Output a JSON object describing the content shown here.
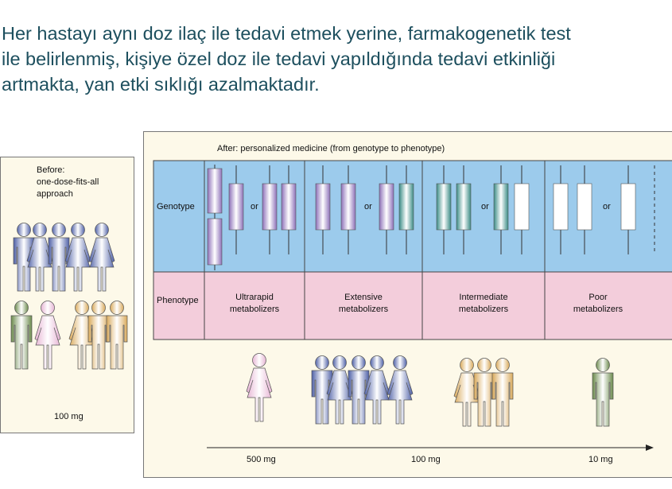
{
  "slide": {
    "title_lines": [
      "Her hastayı aynı doz ilaç ile tedavi etmek yerine, farmakogenetik test",
      "ile belirlenmiş, kişiye özel doz ile tedavi yapıldığında tedavi etkinliği",
      "artmakta, yan etki sıklığı azalmaktadır."
    ]
  },
  "before_panel": {
    "title_lines": [
      "Before:",
      "one-dose-fits-all",
      "approach"
    ],
    "dose": "100 mg"
  },
  "after_panel": {
    "title": "After: personalized medicine (from genotype to phenotype)",
    "row_labels": {
      "genotype": "Genotype",
      "phenotype": "Phenotype"
    },
    "or_label": "or",
    "phenotypes": [
      {
        "line1": "Ultrarapid",
        "line2": "metabolizers"
      },
      {
        "line1": "Extensive",
        "line2": "metabolizers"
      },
      {
        "line1": "Intermediate",
        "line2": "metabolizers"
      },
      {
        "line1": "Poor",
        "line2": "metabolizers"
      }
    ],
    "doses": [
      "500 mg",
      "100 mg",
      "10 mg"
    ]
  },
  "colors": {
    "title_text": "#1d4f5e",
    "genotype_row": "#9ccbec",
    "phenotype_row": "#f3cddb",
    "panel_bg": "#fdf9e9",
    "figure_blue": "#4d5fa6",
    "figure_green": "#6b8a4c",
    "figure_pink": "#e6b3d3",
    "figure_orange": "#d9a95a",
    "allele_purple": "#8d70b8",
    "allele_teal": "#3b8c86"
  }
}
